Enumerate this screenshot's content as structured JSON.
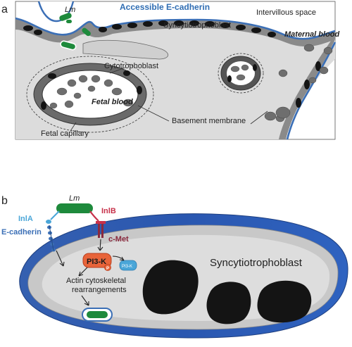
{
  "panel_a": {
    "panel_label": "a",
    "lm_label": "Lm",
    "accessible_ecadherin": "Accessible E-cadherin",
    "intervillous_space": "Intervillous space",
    "syncytiotrophoblast": "Syncytiotrophoblast",
    "maternal_blood": "Maternal blood",
    "cytotrophoblast": "Cytotrophoblast",
    "fetal_blood": "Fetal blood",
    "basement_membrane": "Basement membrane",
    "fetal_capillary": "Fetal capillary"
  },
  "panel_b": {
    "panel_label": "b",
    "lm_label": "Lm",
    "inla": "InlA",
    "inlb": "InlB",
    "ecadherin": "E-cadherin",
    "cmet": "c-Met",
    "pi3k": "PI3-K",
    "pi3k_small": "PI3-K",
    "p_badge": "P",
    "actin_line1": "Actin cytoskeletal",
    "actin_line2": "rearrangements",
    "syncytiotrophoblast": "Syncytiotrophoblast"
  },
  "colors": {
    "ecadherin_blue": "#3b6fb6",
    "accessible_label": "#2f6db3",
    "listeria_green": "#1e8a3c",
    "inla_blue": "#4aa6d8",
    "inlb_pink": "#c7314a",
    "cmet_maroon": "#8a2a3e",
    "pi3k_orange": "#e8643a",
    "membrane_blue": "#2e5fb8",
    "cell_gray": "#d9d9d9",
    "nucleus_black": "#141414"
  }
}
